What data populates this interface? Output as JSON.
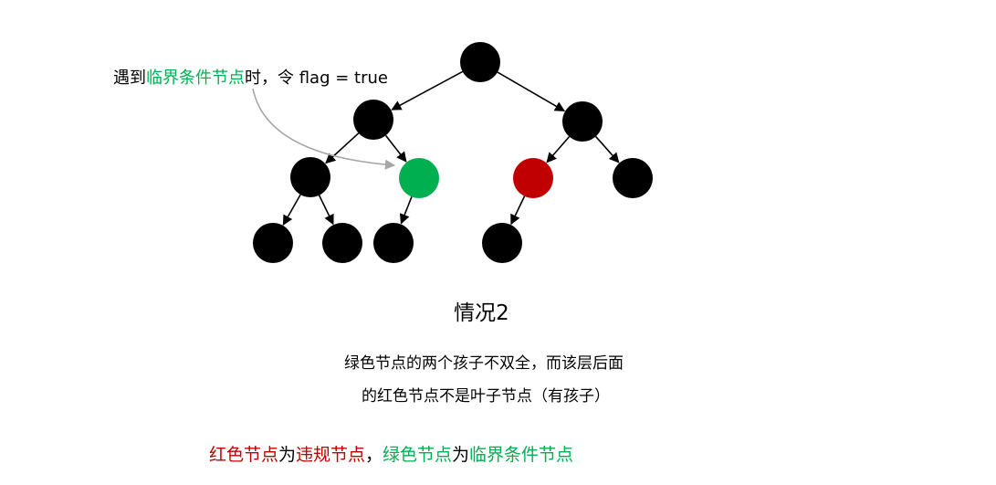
{
  "annotation": {
    "prefix": "遇到",
    "highlight": "临界条件节点",
    "suffix": "时，令 flag = true"
  },
  "title": "情况2",
  "description": {
    "line1": "绿色节点的两个孩子不双全，而该层后面",
    "line2": "的红色节点不是叶子节点（有孩子）"
  },
  "legend": {
    "red_label": "红色节点",
    "for1": "为",
    "red_meaning": "违规节点",
    "sep": "，",
    "green_label": "绿色节点",
    "for2": "为",
    "green_meaning": "临界条件节点"
  },
  "colors": {
    "node": "#000000",
    "green_node": "#00b050",
    "red_node": "#c00000",
    "annotation_arrow": "#a6a6a6",
    "green_text": "#00b050",
    "red_text": "#c00000"
  },
  "tree": {
    "nodes": [
      {
        "id": "n1",
        "color": "black"
      },
      {
        "id": "n2",
        "color": "black"
      },
      {
        "id": "n3",
        "color": "black"
      },
      {
        "id": "n4",
        "color": "black"
      },
      {
        "id": "n5",
        "color": "green"
      },
      {
        "id": "n6",
        "color": "red"
      },
      {
        "id": "n7",
        "color": "black"
      },
      {
        "id": "n8",
        "color": "black"
      },
      {
        "id": "n9",
        "color": "black"
      },
      {
        "id": "n10",
        "color": "black"
      },
      {
        "id": "n12",
        "color": "black"
      }
    ],
    "edges": [
      [
        "n1",
        "n2"
      ],
      [
        "n1",
        "n3"
      ],
      [
        "n2",
        "n4"
      ],
      [
        "n2",
        "n5"
      ],
      [
        "n3",
        "n6"
      ],
      [
        "n3",
        "n7"
      ],
      [
        "n4",
        "n8"
      ],
      [
        "n4",
        "n9"
      ],
      [
        "n5",
        "n10"
      ],
      [
        "n6",
        "n12"
      ]
    ]
  }
}
